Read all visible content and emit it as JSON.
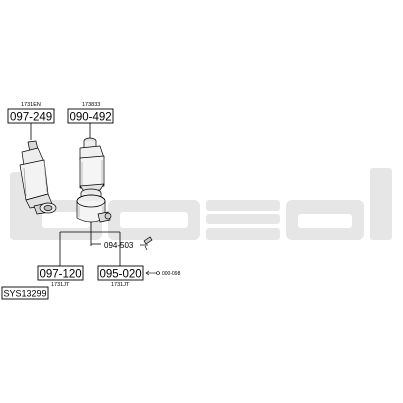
{
  "diagram": {
    "watermark": "bosal",
    "system_id": "SYS13299",
    "parts": {
      "p1": {
        "code": "097-249",
        "ref": "1731EN"
      },
      "p2": {
        "code": "090-492",
        "ref": "173833"
      },
      "p3": {
        "code": "097-120",
        "ref": "1731JT"
      },
      "p4": {
        "code": "095-020",
        "ref": "1731JT"
      }
    },
    "accessories": {
      "a1": {
        "code": "094-503"
      },
      "a2": {
        "code": "000-098"
      }
    }
  },
  "colors": {
    "watermark": "#e6e6e6",
    "line": "#000000",
    "part_fill": "#f2f2f2",
    "part_shade": "#bdbdbd"
  }
}
